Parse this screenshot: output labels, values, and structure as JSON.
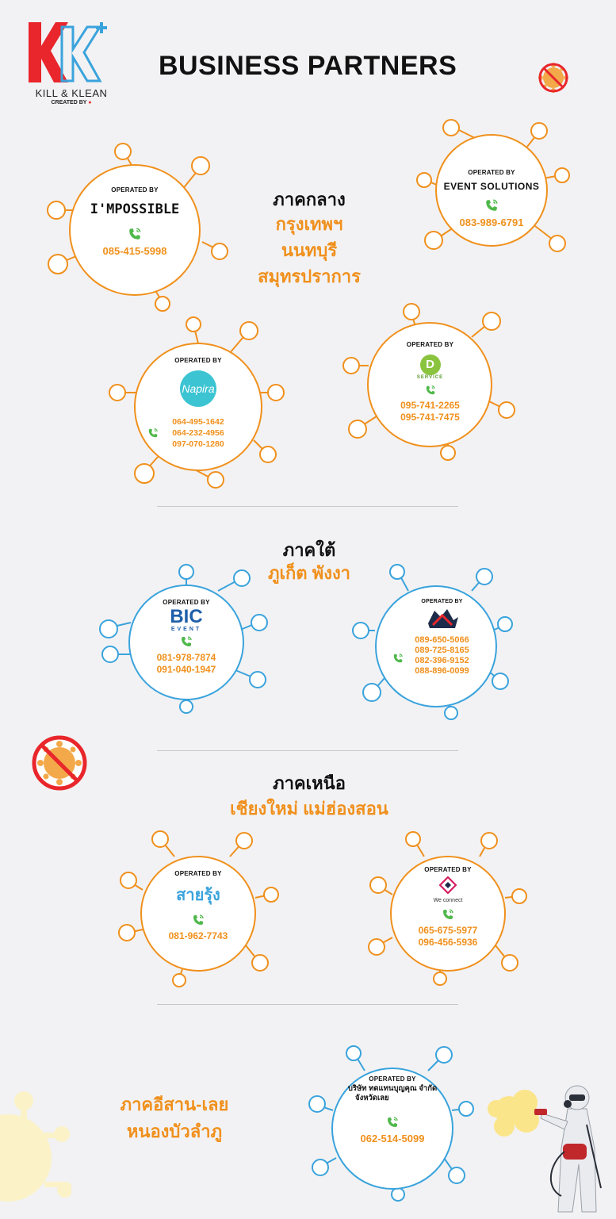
{
  "header": {
    "logo_name": "KILL & KLEAN",
    "logo_created": "CREATED BY",
    "title": "BUSINESS PARTNERS"
  },
  "colors": {
    "orange": "#f0901c",
    "blue": "#3aa3dc",
    "red": "#e8262b",
    "green": "#4fb84a"
  },
  "regions": {
    "central": {
      "heading": "ภาคกลาง",
      "areas": [
        "กรุงเทพฯ",
        "นนทบุรี",
        "สมุทรปราการ"
      ]
    },
    "south": {
      "heading": "ภาคใต้",
      "areas": "ภูเก็ต  พังงา"
    },
    "north": {
      "heading": "ภาคเหนือ",
      "areas": "เชียงใหม่  แม่ฮ่องสอน"
    },
    "northeast": {
      "areas": [
        "ภาคอีสาน-เลย",
        "หนองบัวลำภู"
      ]
    }
  },
  "partners": {
    "impossible": {
      "operated": "OPERATED BY",
      "brand": "I'MPOSSIBLE",
      "phones": [
        "085-415-5998"
      ]
    },
    "event_solutions": {
      "operated": "OPERATED BY",
      "brand": "EVENT SOLUTIONS",
      "phones": [
        "083-989-6791"
      ]
    },
    "napira": {
      "operated": "OPERATED BY",
      "phones": [
        "064-495-1642",
        "064-232-4956",
        "097-070-1280"
      ]
    },
    "d_service": {
      "operated": "OPERATED BY",
      "brand": "SERVICE",
      "phones": [
        "095-741-2265",
        "095-741-7475"
      ]
    },
    "bic_event": {
      "operated": "OPERATED BY",
      "brand_top": "BIC",
      "brand_bottom": "EVENT",
      "phones": [
        "081-978-7874",
        "091-040-1947"
      ]
    },
    "south2": {
      "operated": "OPERATED BY",
      "phones": [
        "089-650-5066",
        "089-725-8165",
        "082-396-9152",
        "088-896-0099"
      ]
    },
    "sairung": {
      "operated": "OPERATED BY",
      "brand": "สายรุ้ง",
      "phones": [
        "081-962-7743"
      ]
    },
    "weconnect": {
      "operated": "OPERATED BY",
      "brand": "We connect",
      "phones": [
        "065-675-5977",
        "096-456-5936"
      ]
    },
    "loei": {
      "operated": "OPERATED BY",
      "company": "บริษัท ทดแทนบุญคุณ จำกัด",
      "province": "จังหวัดเลย",
      "phones": [
        "062-514-5099"
      ]
    }
  }
}
